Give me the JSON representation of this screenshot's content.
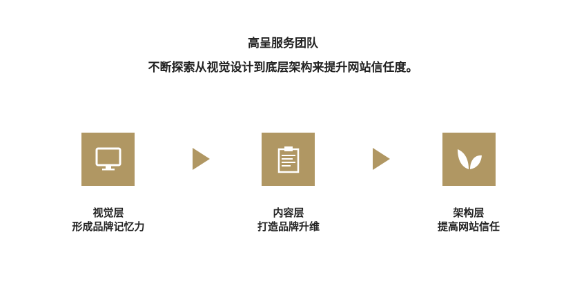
{
  "header": {
    "title": "高呈服务团队",
    "subtitle": "不断探索从视觉设计到底层架构来提升网站信任度。"
  },
  "accent_color": "#b09763",
  "layers": [
    {
      "icon": "monitor-icon",
      "name": "视觉层",
      "description": "形成品牌记忆力"
    },
    {
      "icon": "clipboard-icon",
      "name": "内容层",
      "description": "打造品牌升维"
    },
    {
      "icon": "leaf-icon",
      "name": "架构层",
      "description": "提高网站信任"
    }
  ]
}
